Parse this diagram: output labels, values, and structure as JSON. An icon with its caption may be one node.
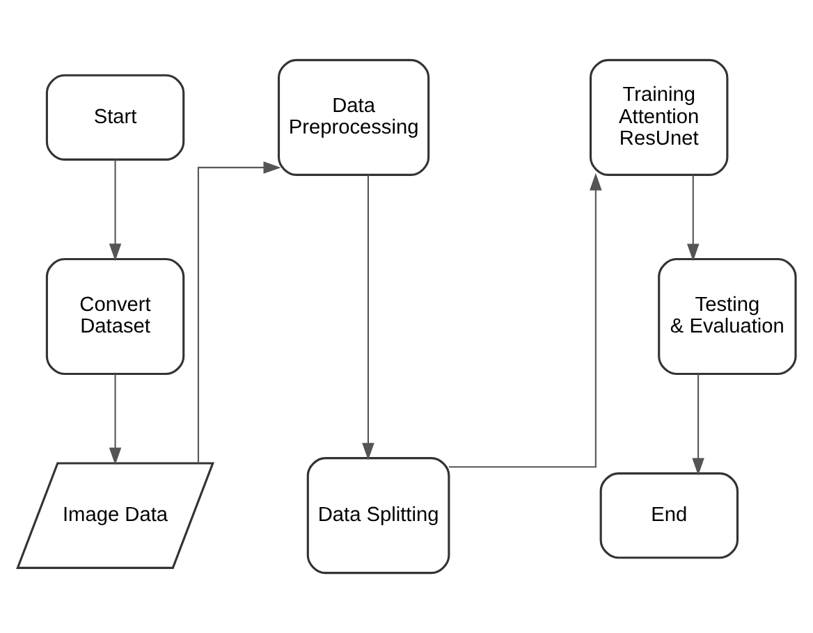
{
  "diagram": {
    "nodes": [
      {
        "text": [
          "Start"
        ]
      },
      {
        "text": [
          "Convert Dataset"
        ]
      },
      {
        "text": [
          "Image Data"
        ]
      },
      {
        "text": [
          "Data Preprocessing"
        ]
      },
      {
        "text": [
          "Data Splitting"
        ]
      },
      {
        "text": [
          "Training Attention ResUnet"
        ]
      },
      {
        "text": [
          "Testing & Evaluation"
        ]
      },
      {
        "text": [
          "End"
        ]
      }
    ],
    "edges": [
      {
        "from": 0,
        "to": 1,
        "arrow": "to"
      },
      {
        "from": 1,
        "to": 2,
        "arrow": "to"
      },
      {
        "from": 2,
        "to": 3,
        "arrow": "to"
      },
      {
        "from": 3,
        "to": 4,
        "arrow": "to"
      },
      {
        "from": 4,
        "to": 5,
        "arrow": "to"
      },
      {
        "from": 5,
        "to": 6,
        "arrow": "to"
      },
      {
        "from": 6,
        "to": 7,
        "arrow": "to"
      }
    ]
  }
}
